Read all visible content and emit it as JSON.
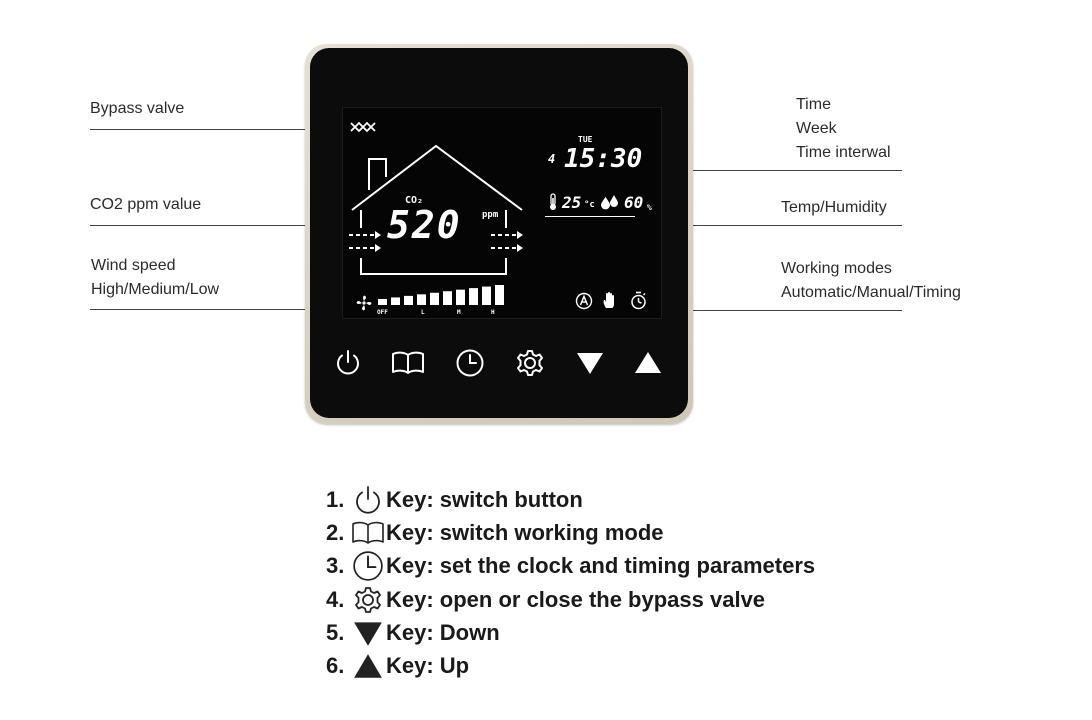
{
  "callouts": {
    "bypass_valve": "Bypass valve",
    "co2_ppm": "CO2 ppm value",
    "wind_speed_line1": "Wind speed",
    "wind_speed_line2": "High/Medium/Low",
    "time": "Time",
    "week": "Week",
    "time_interval": "Time interwal",
    "temp_humidity": "Temp/Humidity",
    "working_modes_line1": "Working modes",
    "working_modes_line2": "Automatic/Manual/Timing"
  },
  "display": {
    "day": "TUE",
    "week_number": "4",
    "clock": "15:30",
    "temperature": "25",
    "temp_unit": "°c",
    "humidity": "60",
    "humidity_unit": "%",
    "co2_label": "CO₂",
    "co2_value": "520",
    "co2_unit": "ppm",
    "fan_levels": [
      "OFF",
      "L",
      "M",
      "H"
    ],
    "fan_level_count": 10,
    "fan_level_active": 10
  },
  "keys": [
    {
      "icon": "power-icon"
    },
    {
      "icon": "book-icon"
    },
    {
      "icon": "clock-icon"
    },
    {
      "icon": "gear-icon"
    },
    {
      "icon": "down-triangle-icon"
    },
    {
      "icon": "up-triangle-icon"
    }
  ],
  "legend": [
    {
      "num": "1.",
      "icon": "power-icon",
      "text": "Key: switch button"
    },
    {
      "num": "2.",
      "icon": "book-icon",
      "text": "Key: switch working mode"
    },
    {
      "num": "3.",
      "icon": "clock-icon",
      "text": "Key: set the clock and timing parameters"
    },
    {
      "num": "4.",
      "icon": "gear-icon",
      "text": "Key: open or close the bypass valve"
    },
    {
      "num": "5.",
      "icon": "down-triangle-icon",
      "text": "Key: Down"
    },
    {
      "num": "6.",
      "icon": "up-triangle-icon",
      "text": "Key: Up"
    }
  ],
  "colors": {
    "device_frame": "#d8d1c1",
    "device_face": "#0c0c0c",
    "lcd_text": "#ffffff"
  }
}
